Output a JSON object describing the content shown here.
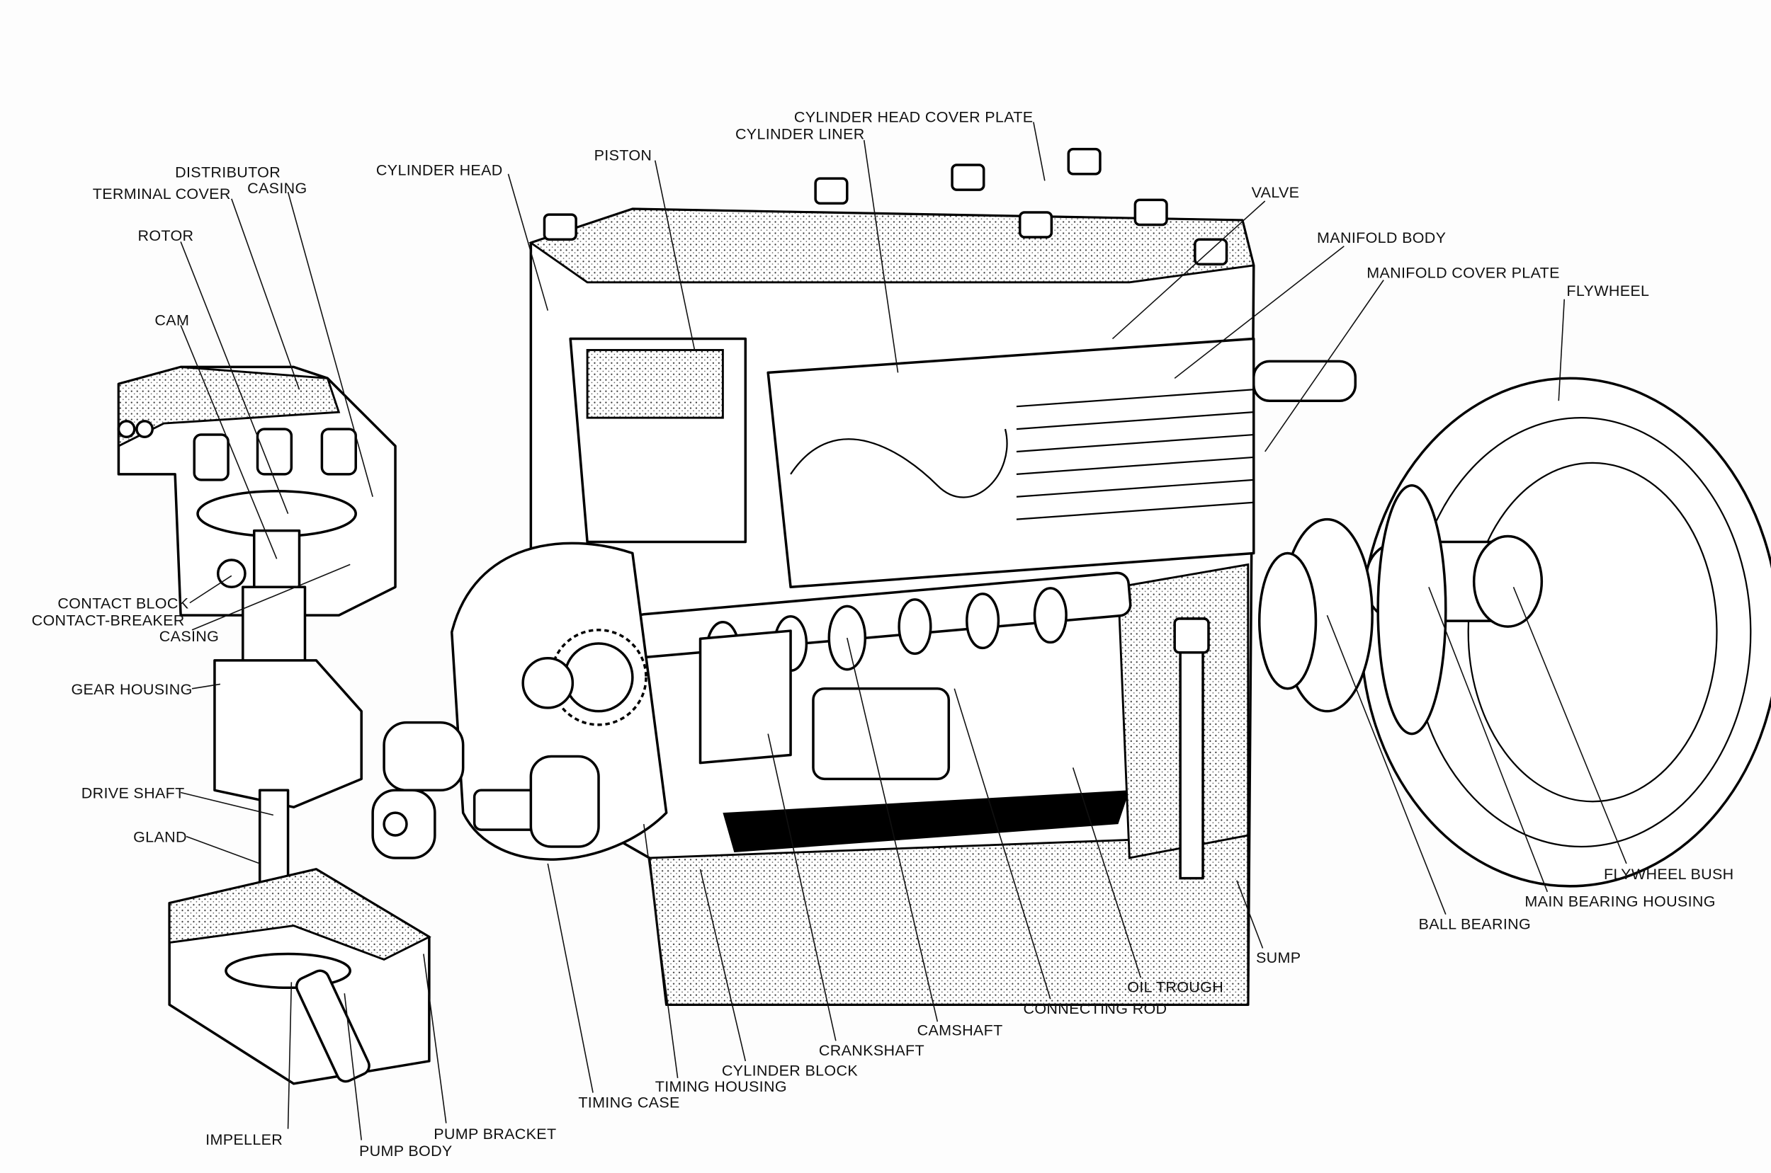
{
  "title": "Engine cutaway diagram",
  "labels": {
    "cylinder_head_cover_plate": "CYLINDER HEAD COVER PLATE",
    "cylinder_liner": "CYLINDER LINER",
    "piston": "PISTON",
    "cylinder_head": "CYLINDER HEAD",
    "distributor": "DISTRIBUTOR",
    "casing": "CASING",
    "terminal_cover": "TERMINAL COVER",
    "rotor": "ROTOR",
    "cam": "CAM",
    "valve": "VALVE",
    "manifold_body": "MANIFOLD BODY",
    "manifold_cover_plate": "MANIFOLD COVER PLATE",
    "flywheel": "FLYWHEEL",
    "contact_block": "CONTACT BLOCK",
    "contact_breaker": "CONTACT-BREAKER",
    "contact_breaker_casing": "CASING",
    "gear_housing": "GEAR HOUSING",
    "drive_shaft": "DRIVE SHAFT",
    "gland": "GLAND",
    "flywheel_bush": "FLYWHEEL BUSH",
    "main_bearing_housing": "MAIN BEARING HOUSING",
    "ball_bearing": "BALL BEARING",
    "sump": "SUMP",
    "oil_trough": "OIL TROUGH",
    "connecting_rod": "CONNECTING ROD",
    "camshaft": "CAMSHAFT",
    "crankshaft": "CRANKSHAFT",
    "cylinder_block": "CYLINDER BLOCK",
    "timing_housing": "TIMING HOUSING",
    "timing_case": "TIMING CASE",
    "impeller": "IMPELLER",
    "pump_body": "PUMP BODY",
    "pump_bracket": "PUMP BRACKET"
  }
}
